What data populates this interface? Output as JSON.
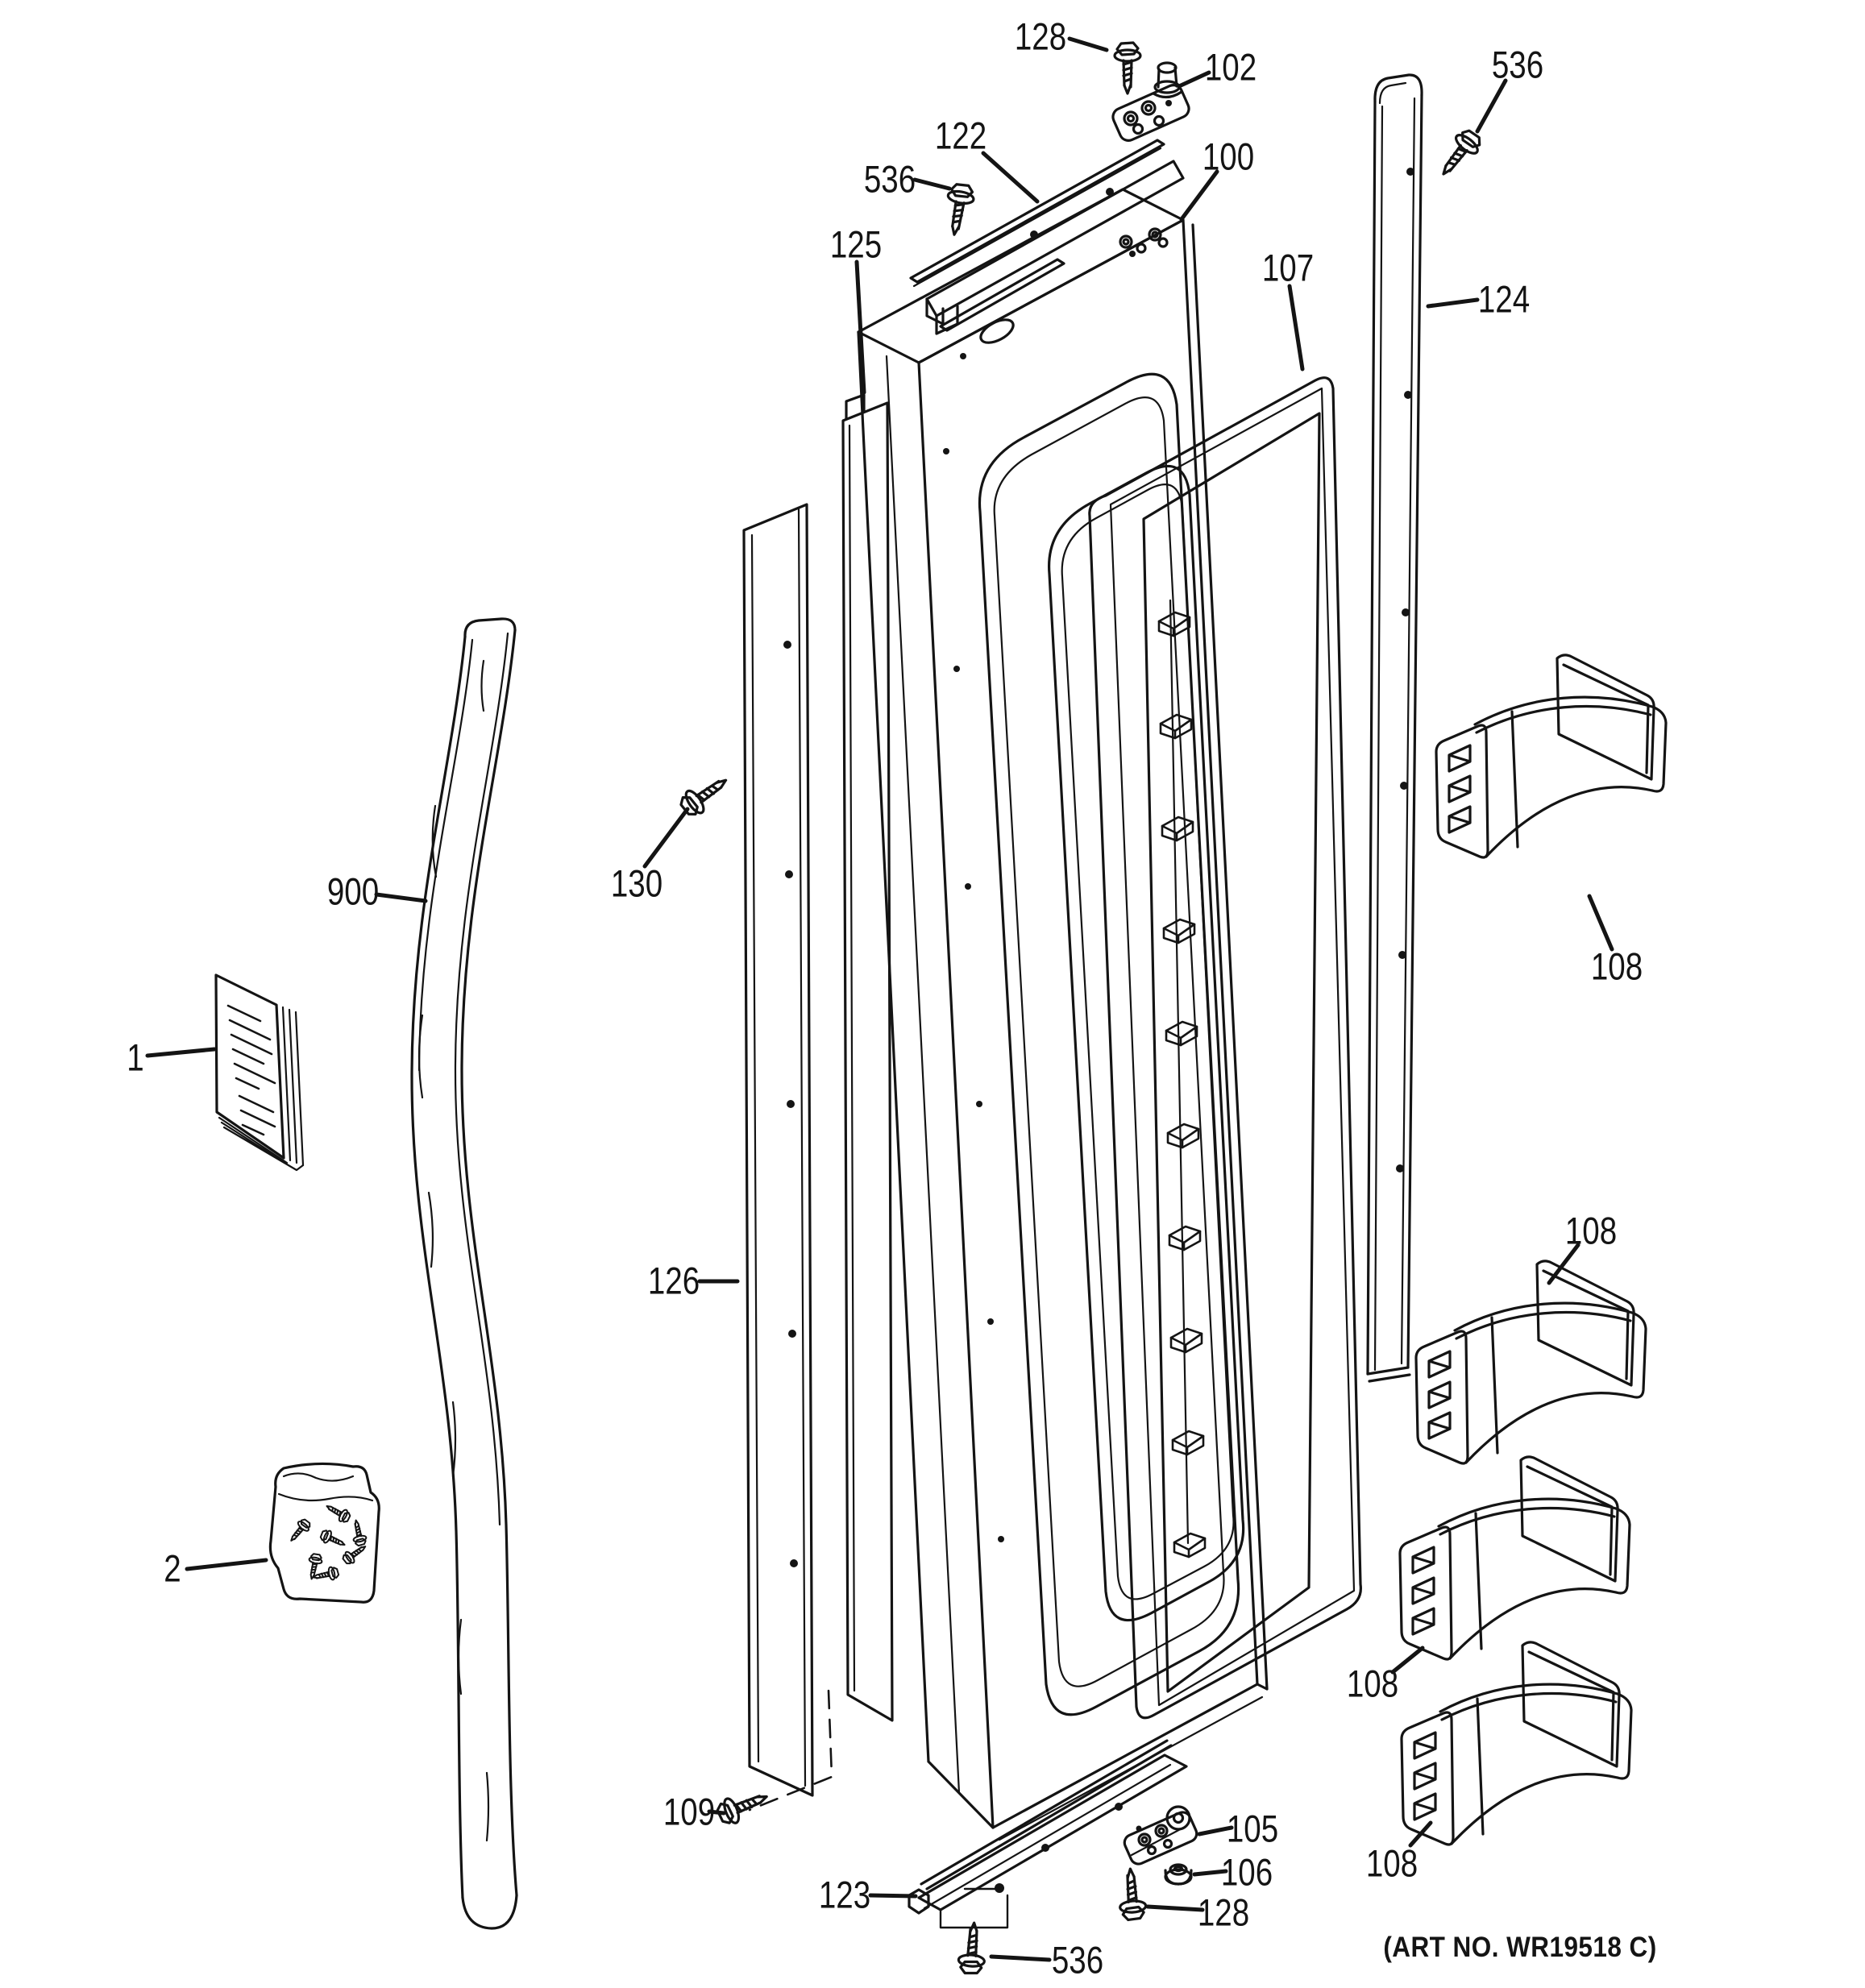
{
  "art_no": "(ART NO. WR19518 C)",
  "callouts": {
    "c128_top": "128",
    "c102": "102",
    "c122": "122",
    "c536_top_center": "536",
    "c100": "100",
    "c125": "125",
    "c107": "107",
    "c536_top_right": "536",
    "c124": "124",
    "c900": "900",
    "c1": "1",
    "c130": "130",
    "c126": "126",
    "c2": "2",
    "c108_bin1": "108",
    "c108_bin2": "108",
    "c108_bin3": "108",
    "c108_bin4": "108",
    "c109": "109",
    "c123": "123",
    "c105": "105",
    "c106": "106",
    "c128_bottom": "128",
    "c536_bottom": "536"
  }
}
